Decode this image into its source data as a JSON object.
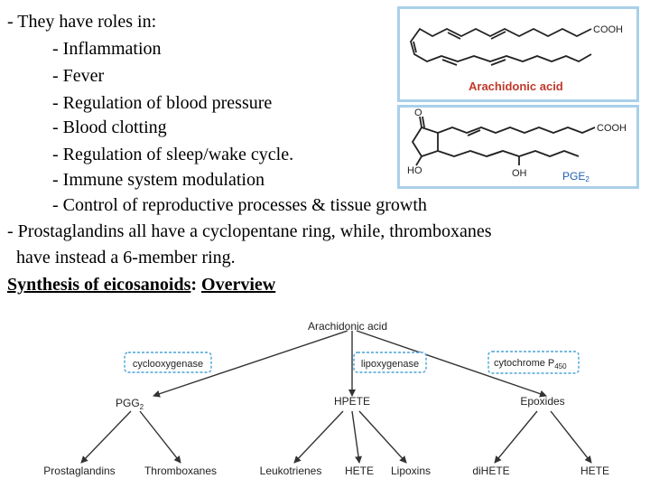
{
  "intro": "- They have roles in:",
  "roles": [
    "- Inflammation",
    "- Fever",
    "- Regulation of blood pressure",
    "- Blood clotting",
    "- Regulation of sleep/wake cycle.",
    "- Immune system modulation",
    "- Control of reproductive processes & tissue growth"
  ],
  "ring_note_1": "- Prostaglandins all have a cyclopentane ring, while, thromboxanes",
  "ring_note_2": "have instead a 6-member ring.",
  "heading": {
    "part1": "Synthesis of eicosanoids",
    "sep": ": ",
    "part2": "Overview"
  },
  "molecules": {
    "arachidonic": {
      "label": "Arachidonic acid",
      "group": "COOH",
      "label_color": "#c0392b"
    },
    "pge2": {
      "label_main": "PGE",
      "label_sub": "2",
      "group": "COOH",
      "oh_left": "HO",
      "oh_right": "OH",
      "label_color": "#1f5fb0"
    }
  },
  "pathway": {
    "root": "Arachidonic acid",
    "enzymes": {
      "cox": "cyclooxygenase",
      "lox": "lipoxygenase",
      "cyp_main": "cytochrome P",
      "cyp_sub": "450"
    },
    "intermediates": {
      "pgg_main": "PGG",
      "pgg_sub": "2",
      "hpete": "HPETE",
      "epoxides": "Epoxides"
    },
    "products": [
      "Prostaglandins",
      "Thromboxanes",
      "Leukotrienes",
      "HETE",
      "Lipoxins",
      "diHETE",
      "HETE"
    ],
    "box_color": "#4aa3d8"
  }
}
